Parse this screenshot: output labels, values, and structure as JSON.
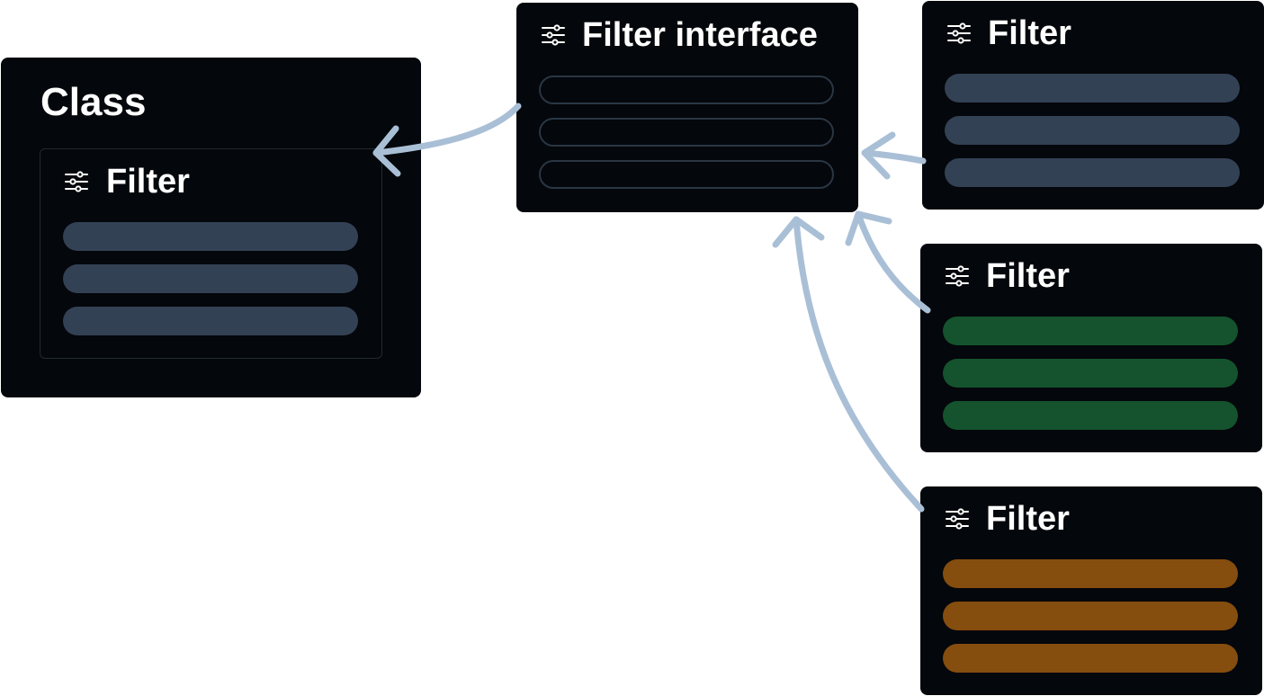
{
  "class_box": {
    "title": "Class",
    "filter_title": "Filter"
  },
  "interface_box": {
    "title": "Filter interface"
  },
  "filters": [
    {
      "title": "Filter",
      "bar_color": "#334155"
    },
    {
      "title": "Filter",
      "bar_color": "#14532d"
    },
    {
      "title": "Filter",
      "bar_color": "#854d0e"
    }
  ],
  "colors": {
    "box_bg": "#04070b",
    "arrow": "#a9bfd6",
    "outline_bar": "#2a3644",
    "class_filter_bar": "#334155"
  },
  "icon_name": "sliders-icon"
}
